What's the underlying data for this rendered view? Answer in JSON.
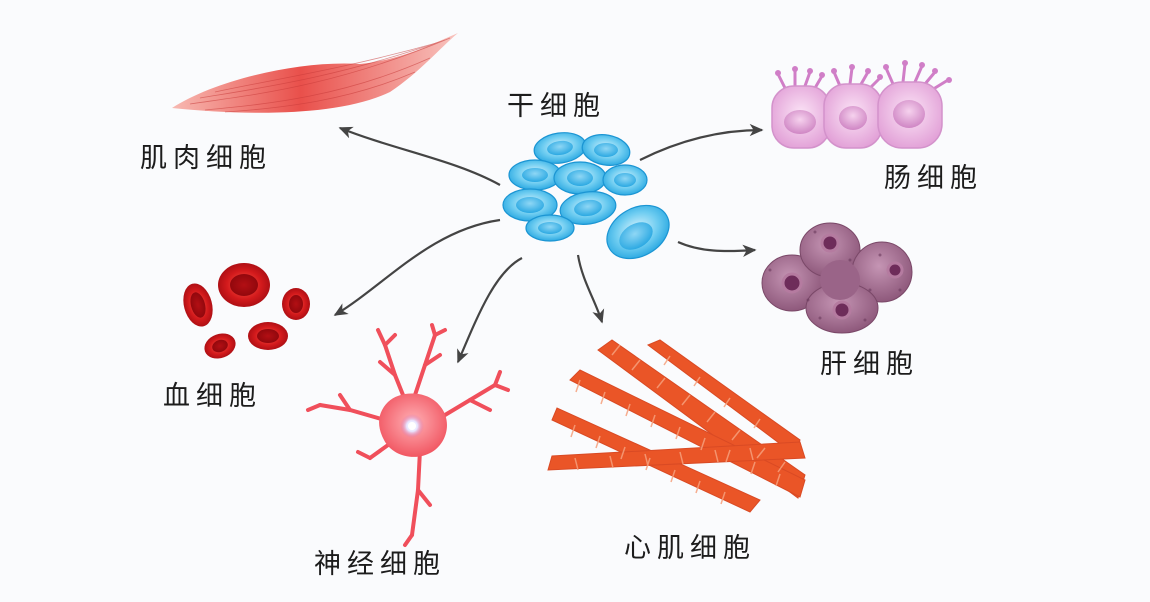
{
  "diagram": {
    "center_label": "干细胞",
    "cells": [
      {
        "id": "muscle",
        "label": "肌肉细胞"
      },
      {
        "id": "intestine",
        "label": "肠细胞"
      },
      {
        "id": "liver",
        "label": "肝细胞"
      },
      {
        "id": "blood",
        "label": "血细胞"
      },
      {
        "id": "nerve",
        "label": "神经细胞"
      },
      {
        "id": "cardiac",
        "label": "心肌细胞"
      }
    ]
  },
  "colors": {
    "stem_cell": "#38b6ea",
    "stem_cell_light": "#a9e2f7",
    "muscle_cell": "#e8524f",
    "intestine_cell": "#e7a6dc",
    "liver_cell": "#8e5a7c",
    "blood_cell": "#c81418",
    "nerve_cell": "#f25863",
    "cardiac_cell": "#e8512a",
    "arrow": "#444444"
  }
}
